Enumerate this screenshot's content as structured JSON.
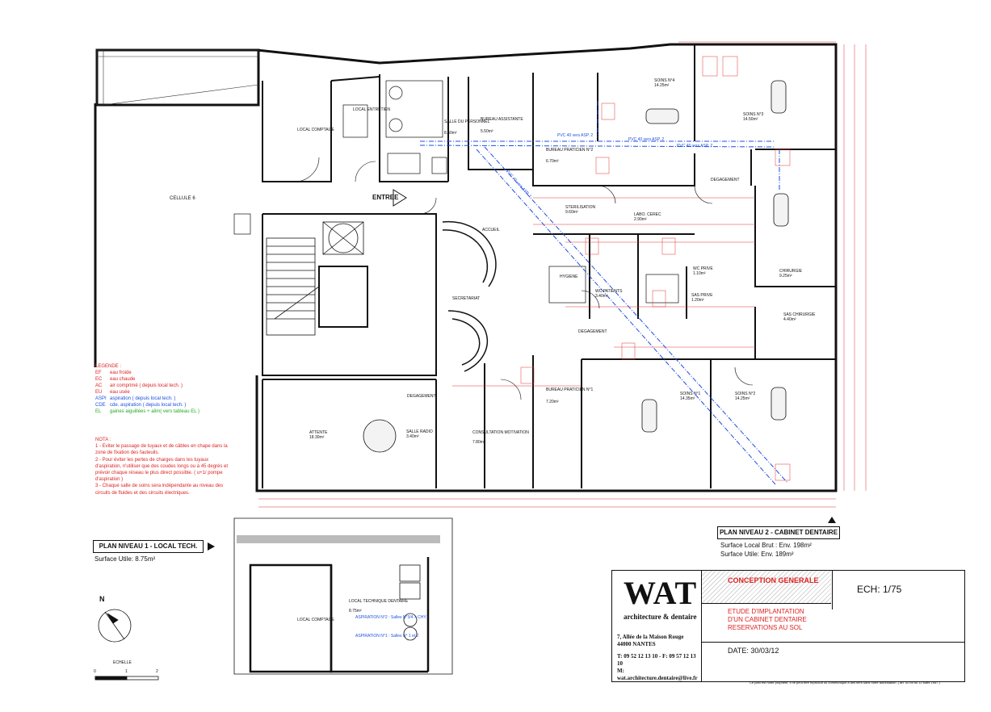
{
  "plan_title_main": "PLAN NIVEAU 2 - CABINET DENTAIRE",
  "plan_main_surface_brut": "Surface Local Brut : Env. 198m²",
  "plan_main_surface_utile": "Surface Utile: Env. 189m²",
  "plan_title_tech": "PLAN NIVEAU 1 - LOCAL TECH.",
  "plan_tech_surface": "Surface Utile: 8.75m²",
  "rooms": {
    "cellule": "CELLULE 6",
    "entree": "ENTREE",
    "local_comptage": "LOCAL COMPTAGE",
    "local_entretien": "LOCAL ENTRETIEN",
    "salle_personnel": "SALLE DU PERSONNEL",
    "salle_personnel_area": "8.60m²",
    "bureau_assistante": "BUREAU ASSISTANTE",
    "bureau_assistante_area": "5.50m²",
    "bureau_praticien2": "BUREAU PRATICIEN N°2",
    "bureau_praticien2_area": "6.70m²",
    "soins4": "SOINS N°4",
    "soins4_area": "14.25m²",
    "soins3": "SOINS N°3",
    "soins3_area": "14.50m²",
    "degagement": "DEGAGEMENT",
    "sterilisation": "STERILISATION",
    "sterilisation_area": "9.60m²",
    "labo": "LABO. CEREC",
    "labo_area": "2.90m²",
    "accueil": "ACCUEIL",
    "hygiene": "HYGIENE",
    "wc_prive": "WC PRIVE",
    "wc_prive_area": "1.10m²",
    "sas_prive": "SAS PRIVE",
    "sas_prive_area": "1.20m²",
    "chirurgie": "CHIRURGIE",
    "chirurgie_area": "9.25m²",
    "secretariat": "SECRETARIAT",
    "wc_patients": "WC PATIENTS",
    "wc_patients_area": "3.40m²",
    "sas_chirurgie": "SAS CHIRURGIE",
    "sas_chirurgie_area": "4.40m²",
    "degagement2": "DEGAGEMENT",
    "degagement3": "DEGAGEMENT",
    "bureau_praticien1": "BUREAU PRATICIEN N°1",
    "bureau_praticien1_area": "7.20m²",
    "soins1": "SOINS N°1",
    "soins1_area": "14.35m²",
    "soins2": "SOINS N°2",
    "soins2_area": "14.25m²",
    "attente": "ATTENTE",
    "attente_area": "18.30m²",
    "salle_radio": "SALLE RADIO",
    "salle_radio_area": "3.40m²",
    "consultation": "CONSULTATION MOTIVATION",
    "consultation_area": "7.80m²",
    "local_technique": "LOCAL TECHNIQUE DENTAIRE",
    "local_technique_area": "8.75m²",
    "local_comptage2": "LOCAL COMPTAGE"
  },
  "pipes": {
    "pvc1": "PVC 40 vers ASP. 2",
    "pvc2": "PVC 40 vers ASP. 2",
    "pvc3": "PVC 40 vers ASP. 2",
    "pvc4": "PVC 40 vers ASP. 1"
  },
  "tech_labels": {
    "asp2": "ASPIRATION N°2 : Salles N°3/4 + CHY.",
    "asp1": "ASPIRATION N°1 : Salles N° 1 et 2"
  },
  "legend": {
    "title": "LEGENDE :",
    "items": [
      {
        "k": "EF",
        "v": "eau froide",
        "color": "#dd2222"
      },
      {
        "k": "EC",
        "v": "eau chaude",
        "color": "#dd2222"
      },
      {
        "k": "AC",
        "v": "air comprimé ( depuis local tech. )",
        "color": "#dd2222"
      },
      {
        "k": "EU",
        "v": "eau usée",
        "color": "#dd2222"
      },
      {
        "k": "ASPI",
        "v": "aspiration ( depuis local tech. )",
        "color": "#1e4fe0"
      },
      {
        "k": "CDE",
        "v": "cde. aspiration ( depuis local tech. )",
        "color": "#1e4fe0"
      },
      {
        "k": "EL",
        "v": "gaines aiguillées + alim( vers tableau EL )",
        "color": "#22aa22"
      }
    ]
  },
  "notes": {
    "title": "NOTA :",
    "n1": "1 - Eviter le passage de tuyaux et de câbles en chape dans la zone de fixation des fauteuils.",
    "n2": "2 - Pour éviter les pertes de charges dans les tuyaux d'aspiration, n'utiliser que des coudes longs ou à 45 degrés et prévoir chaque réseau le plus direct possible. ( u+1/ pompe d'aspiration )",
    "n3": "3 - Chaque salle de soins sera indépendante au niveau des circuits de fluides et des circuits électriques."
  },
  "title_block": {
    "brand": "WAT",
    "brand_sub": "architecture & dentaire",
    "address1": "7, Allée de la Maison Rouge",
    "address2": "44000 NANTES",
    "phone": "T: 09 52 12 13 10 - F: 09 57 12 13 10",
    "mail": "M: wat.architecture.dentaire@live.fr",
    "conception": "CONCEPTION GENERALE",
    "ech": "ECH: 1/75",
    "etude1": "ETUDE D'IMPLANTATION",
    "etude2": "D'UN CABINET DENTAIRE",
    "etude3": "RESERVATIONS AU SOL",
    "date": "DATE: 30/03/12"
  },
  "copyright": "Ce plan est notre propriété, il ne peut être reproduit ou communiqué à des tiers sans notre autorisation. ( art. 40 loi du 11 Mars 1957 )",
  "north": "N",
  "scale_label": "ECHELLE",
  "scale_ticks": [
    "0",
    "1",
    "2"
  ]
}
